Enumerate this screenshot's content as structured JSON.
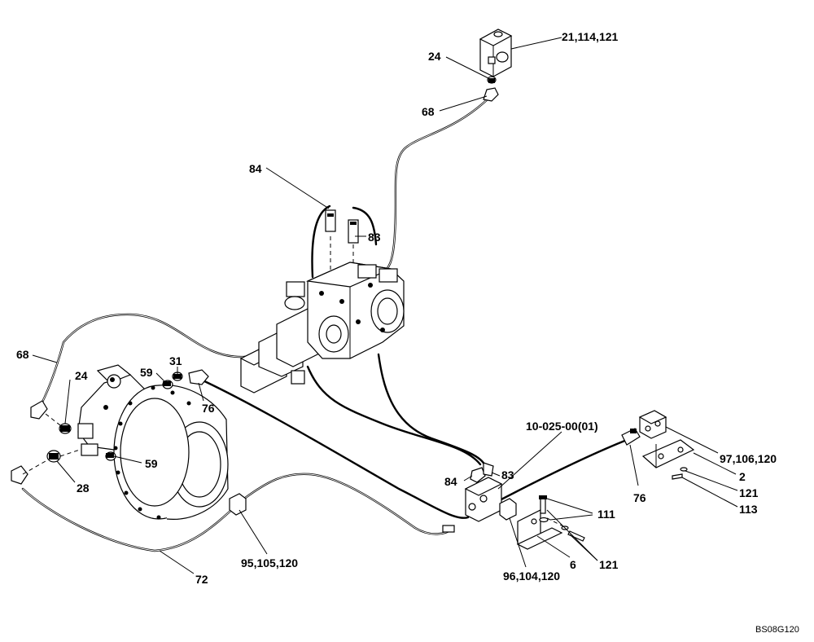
{
  "diagram": {
    "callouts": [
      {
        "id": "c-21-114-121",
        "text": "21,114,121"
      },
      {
        "id": "c-24-top",
        "text": "24"
      },
      {
        "id": "c-68-top",
        "text": "68"
      },
      {
        "id": "c-84-top",
        "text": "84"
      },
      {
        "id": "c-83-top",
        "text": "83"
      },
      {
        "id": "c-68-left",
        "text": "68"
      },
      {
        "id": "c-24-left",
        "text": "24"
      },
      {
        "id": "c-59-top",
        "text": "59"
      },
      {
        "id": "c-31",
        "text": "31"
      },
      {
        "id": "c-76-left",
        "text": "76"
      },
      {
        "id": "c-59-bottom",
        "text": "59"
      },
      {
        "id": "c-28",
        "text": "28"
      },
      {
        "id": "c-10-025",
        "text": "10-025-00(01)"
      },
      {
        "id": "c-84-bottom",
        "text": "84"
      },
      {
        "id": "c-83-bottom",
        "text": "83"
      },
      {
        "id": "c-97-106-120",
        "text": "97,106,120"
      },
      {
        "id": "c-2",
        "text": "2"
      },
      {
        "id": "c-121-right",
        "text": "121"
      },
      {
        "id": "c-113",
        "text": "113"
      },
      {
        "id": "c-76-right",
        "text": "76"
      },
      {
        "id": "c-111",
        "text": "111"
      },
      {
        "id": "c-121-bottom",
        "text": "121"
      },
      {
        "id": "c-6",
        "text": "6"
      },
      {
        "id": "c-96-104-120",
        "text": "96,104,120"
      },
      {
        "id": "c-95-105-120",
        "text": "95,105,120"
      },
      {
        "id": "c-72",
        "text": "72"
      }
    ],
    "reference_code": "BS08G120"
  }
}
